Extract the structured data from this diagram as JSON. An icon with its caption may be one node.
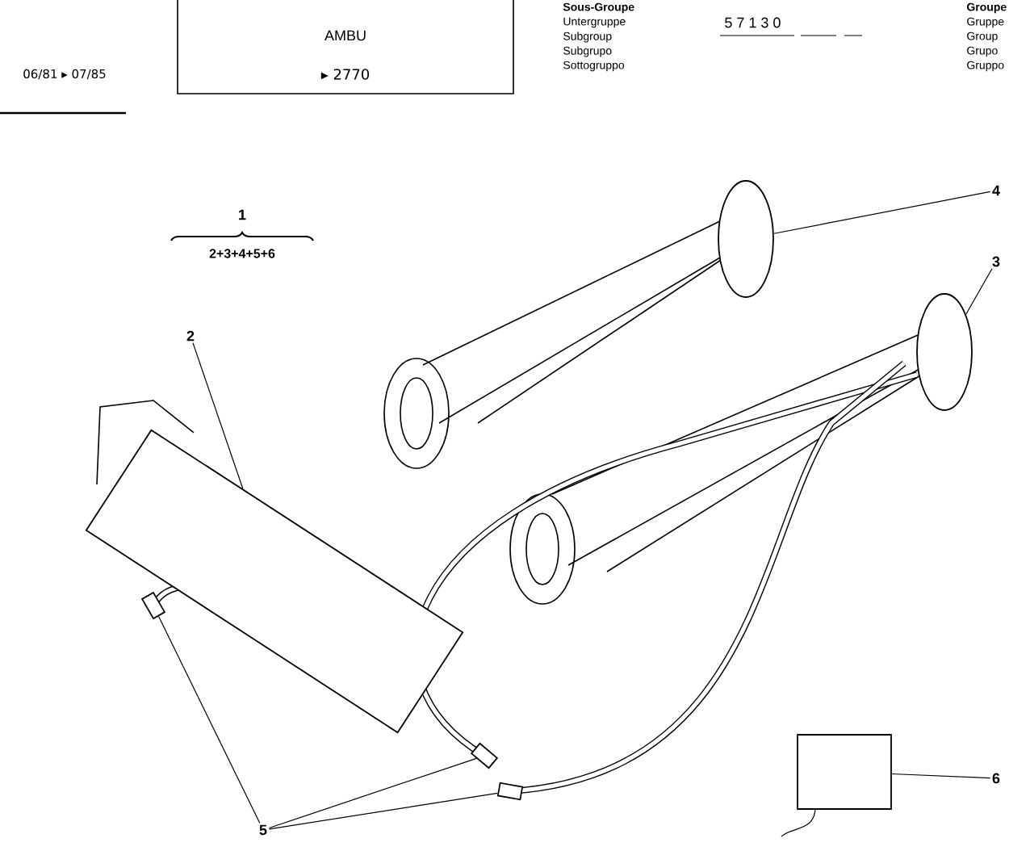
{
  "diagram": {
    "nodes": [
      {
        "text": [
          "4"
        ]
      },
      {
        "text": [],
        "shape": "circle"
      },
      {
        "text": [
          "3"
        ]
      },
      {
        "text": [],
        "shape": "circle"
      },
      {
        "text": [
          "2"
        ]
      },
      {
        "text": [],
        "shape": "picture"
      },
      {
        "text": [],
        "shape": "box"
      },
      {
        "text": [],
        "shape": "box"
      },
      {
        "text": [],
        "shape": "box"
      },
      {
        "text": [
          "6"
        ]
      },
      {
        "text": [],
        "shape": "box"
      },
      {
        "text": [
          "5"
        ]
      }
    ],
    "edges": [
      {
        "from": 0,
        "to": 1,
        "arrow": "none"
      },
      {
        "from": 2,
        "to": 3,
        "arrow": "none"
      },
      {
        "from": 4,
        "to": 5,
        "arrow": "none"
      },
      {
        "from": 11,
        "to": 6,
        "arrow": "none"
      },
      {
        "from": 11,
        "to": 7,
        "arrow": "none"
      },
      {
        "from": 11,
        "to": 8,
        "arrow": "none"
      },
      {
        "from": 9,
        "to": 10,
        "arrow": "none"
      }
    ],
    "labels": [
      "06/81 ▸ 07/85",
      "AMBU",
      "▸ 2770",
      "Sous-Groupe",
      "Untergruppe",
      "Subgroup",
      "Subgrupo",
      "Sottogruppo",
      "5 7 1 3 0",
      "Groupe",
      "Gruppe",
      "Group",
      "Grupo",
      "Gruppo",
      "1",
      "2+3+4+5+6"
    ]
  }
}
